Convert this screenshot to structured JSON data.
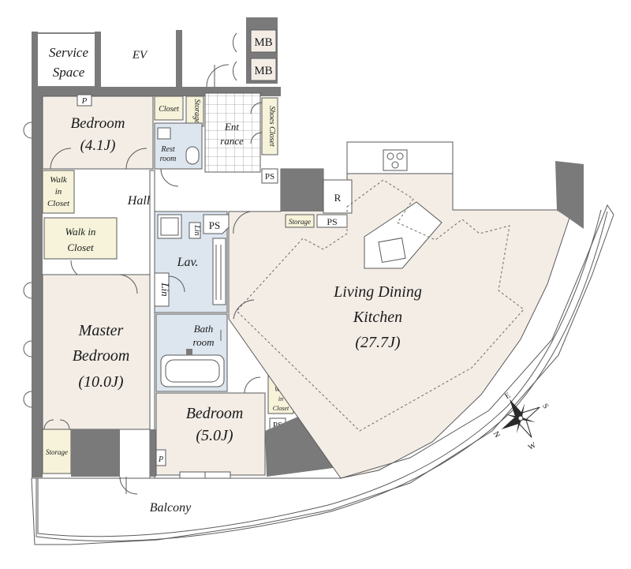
{
  "labels": {
    "service_space": [
      "Service",
      "Space"
    ],
    "ev": "EV",
    "mb_1": "MB",
    "mb_2": "MB",
    "p_top": "P",
    "bedroom_41": [
      "Bedroom",
      "(4.1J)"
    ],
    "closet_small": "Closet",
    "storage_vertical": "Storage",
    "restroom": [
      "Rest",
      "room"
    ],
    "entrance": [
      "Ent",
      "rance"
    ],
    "shoes_closet": "Shoes Closet",
    "ps_entrance": "PS",
    "walk_in_closet_1": [
      "Walk",
      "in",
      "Closet"
    ],
    "hall": "Hall",
    "walk_in_closet_2": [
      "Walk in",
      "Closet"
    ],
    "r_box": "R",
    "storage_ldk": "Storage",
    "ps_ldk": "PS",
    "ps_lav": "PS",
    "lin_1": "Lin",
    "lin_2": "Lin",
    "lav": "Lav.",
    "ldk": [
      "Living Dining",
      "Kitchen",
      "(27.7J)"
    ],
    "master_bedroom": [
      "Master",
      "Bedroom",
      "(10.0J)"
    ],
    "bathroom": [
      "Bath",
      "room"
    ],
    "walk_in_closet_3": [
      "Walk",
      "in",
      "Closet"
    ],
    "ps_bed5": "PS",
    "bedroom_50": [
      "Bedroom",
      "(5.0J)"
    ],
    "storage_master": "Storage",
    "p_bottom": "P",
    "balcony": "Balcony",
    "compass": {
      "s": "S",
      "w": "W",
      "n": "N",
      "e": "E"
    }
  },
  "colors": {
    "floor": "#f3ede6",
    "wet": "#dde6ef",
    "storage": "#f6f3da",
    "wall": "#7a7a7a",
    "outline": "#5a5a5a"
  }
}
